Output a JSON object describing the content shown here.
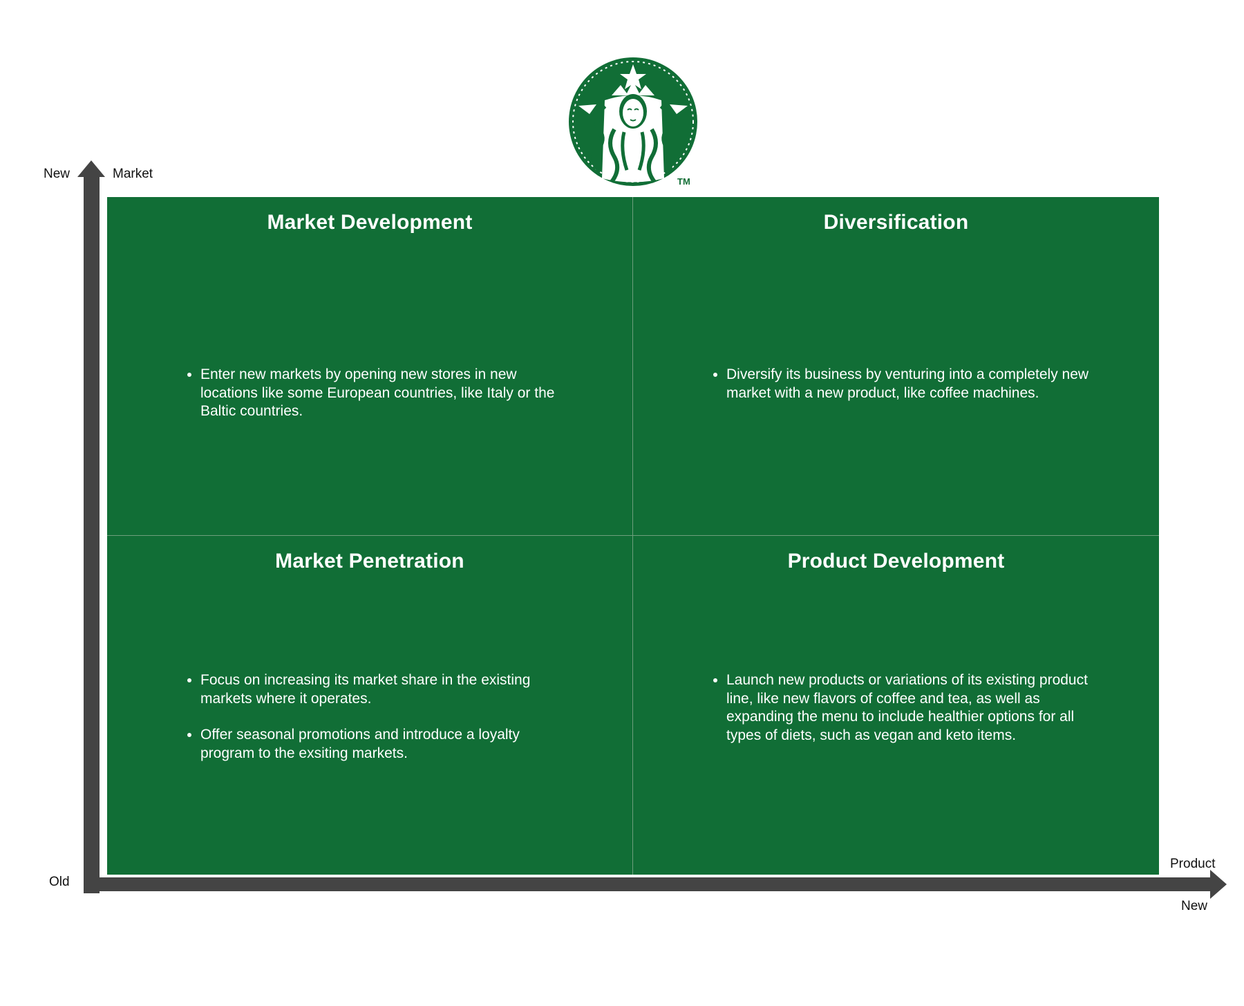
{
  "logo": {
    "name": "starbucks-siren",
    "trademark": "TM",
    "color": "#116e36"
  },
  "axes": {
    "y": {
      "title": "Market",
      "top_label": "New",
      "bottom_label": "Old"
    },
    "x": {
      "title": "Product",
      "end_label": "New"
    },
    "color": "#444444"
  },
  "quadrant_color": "#116e36",
  "quadrants": [
    {
      "title": "Market Development",
      "bullets": [
        "Enter new markets by opening new stores in new locations like some European countries, like Italy or the Baltic countries."
      ]
    },
    {
      "title": "Diversification",
      "bullets": [
        "Diversify its business by venturing into a completely new market with a new product, like coffee machines."
      ]
    },
    {
      "title": "Market Penetration",
      "bullets": [
        "Focus on increasing its market share in the existing markets where it operates.",
        "Offer seasonal promotions and introduce a loyalty program to the exsiting markets."
      ]
    },
    {
      "title": "Product Development",
      "bullets": [
        "Launch new products or variations of its existing product line, like new flavors of coffee and tea, as well as expanding the menu to include healthier options for all types of diets, such as vegan and keto items."
      ]
    }
  ]
}
